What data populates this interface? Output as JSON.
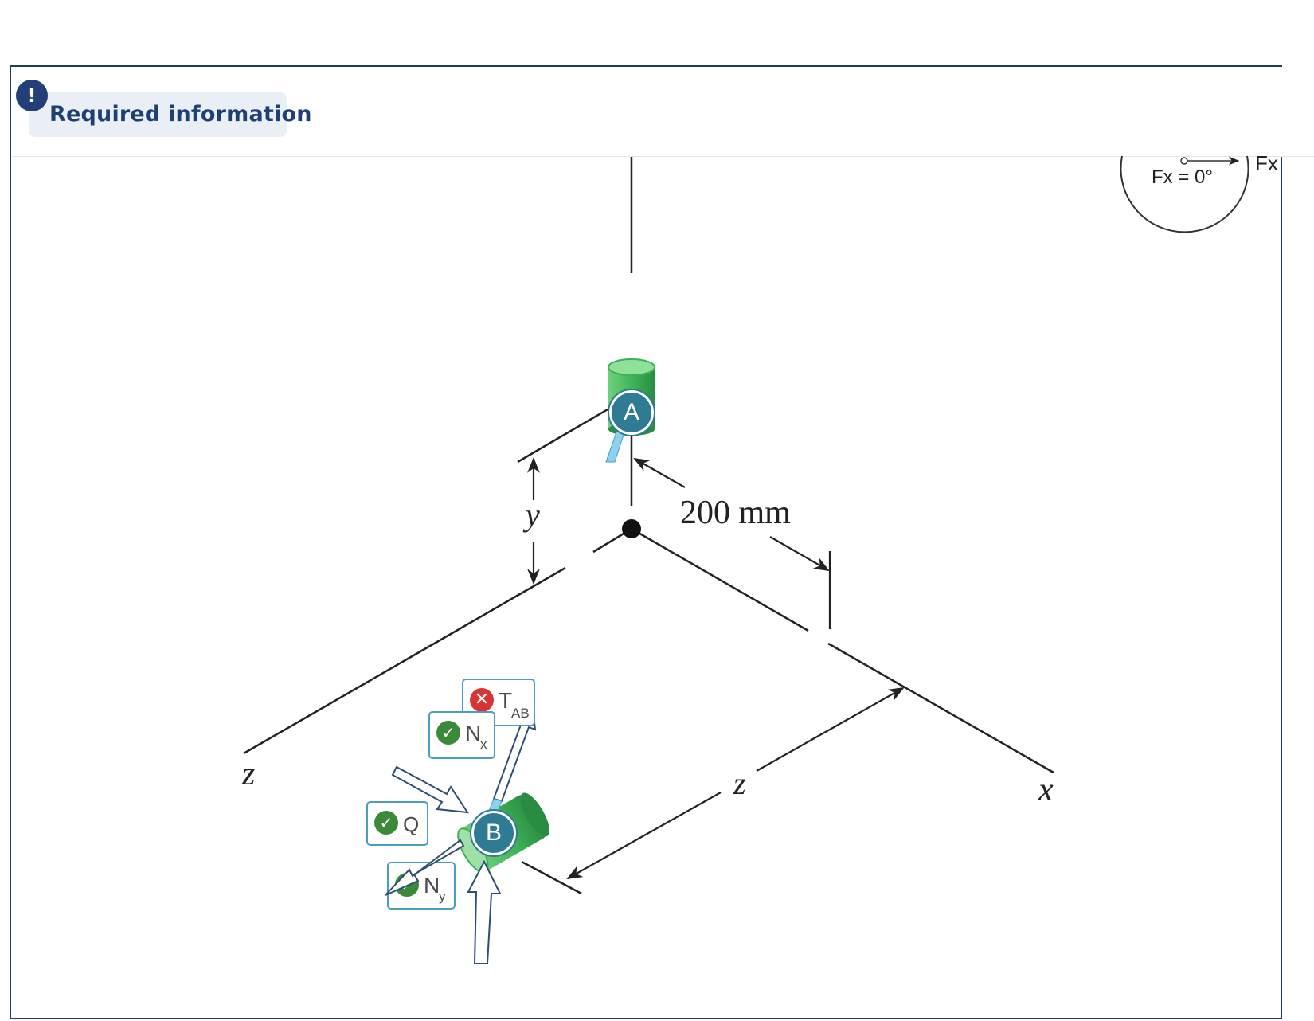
{
  "banner": {
    "icon": "exclamation-icon",
    "badge_glyph": "!",
    "label": "Required information"
  },
  "diagram": {
    "dimension_label": "200 mm",
    "axes": {
      "x": "x",
      "z": "z",
      "y_dim": "y",
      "z_dim": "z"
    },
    "points": {
      "a": "A",
      "b": "B"
    },
    "rotation_widget": {
      "readout": "Fx = 0°",
      "tag": "Fx"
    },
    "force_labels": [
      {
        "key": "tab",
        "main": "T",
        "sub": "AB",
        "status": "incorrect",
        "status_icon": "x-circle-icon"
      },
      {
        "key": "nx",
        "main": "N",
        "sub": "x",
        "status": "correct",
        "status_icon": "check-circle-icon"
      },
      {
        "key": "q",
        "main": "Q",
        "sub": "",
        "status": "correct",
        "status_icon": "check-circle-icon"
      },
      {
        "key": "ny",
        "main": "N",
        "sub": "y",
        "status": "correct",
        "status_icon": "check-circle-icon"
      }
    ]
  },
  "colors": {
    "navy": "#233f78",
    "accent": "#2e7b93",
    "correct": "#3a8a3a",
    "incorrect": "#d93434",
    "collar": "#3fae5a"
  }
}
